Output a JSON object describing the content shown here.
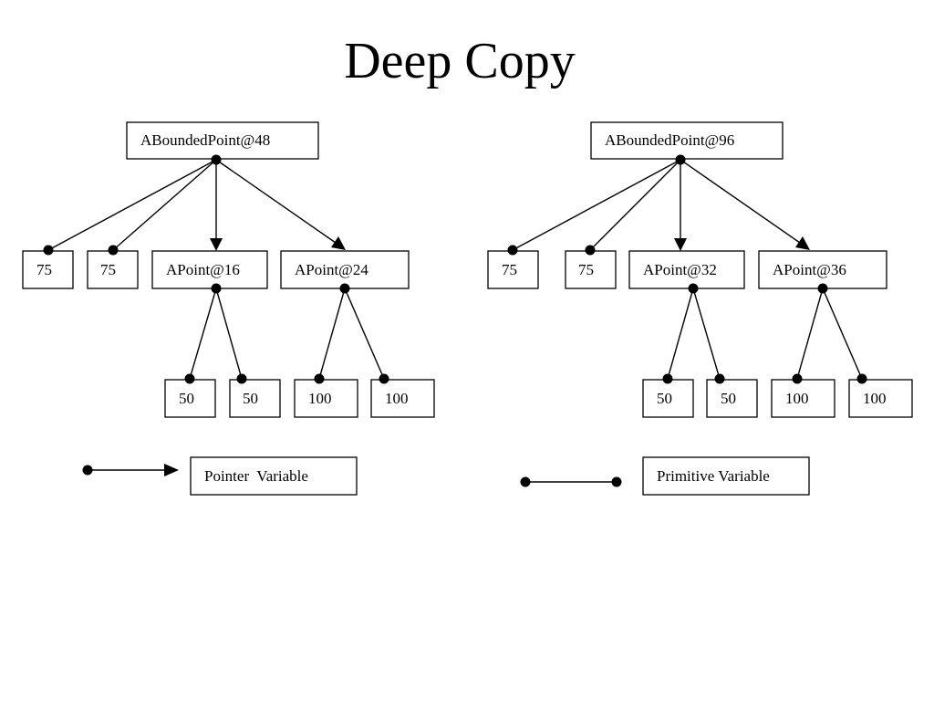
{
  "title": "Deep Copy",
  "left_tree": {
    "root": "ABoundedPoint@48",
    "x_value": "75",
    "y_value": "75",
    "upper_left": "APoint@16",
    "lower_right": "APoint@24",
    "upper_left_x": "50",
    "upper_left_y": "50",
    "lower_right_x": "100",
    "lower_right_y": "100"
  },
  "right_tree": {
    "root": "ABoundedPoint@96",
    "x_value": "75",
    "y_value": "75",
    "upper_left": "APoint@32",
    "lower_right": "APoint@36",
    "upper_left_x": "50",
    "upper_left_y": "50",
    "lower_right_x": "100",
    "lower_right_y": "100"
  },
  "legend": {
    "pointer_label": "Pointer  Variable",
    "primitive_label": "Primitive Variable"
  }
}
